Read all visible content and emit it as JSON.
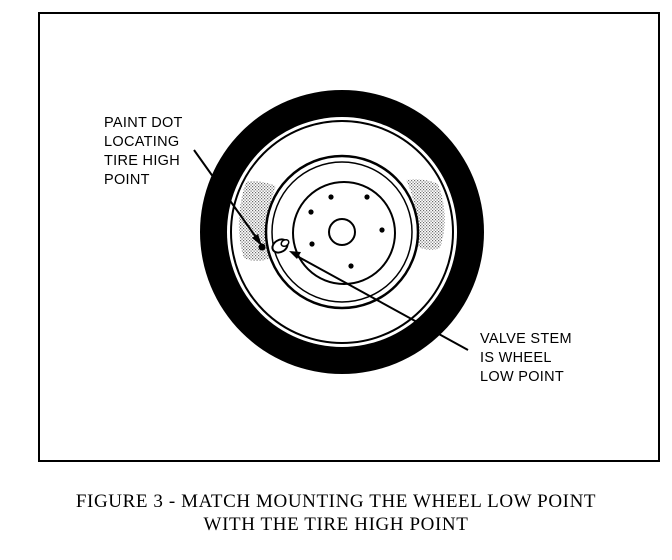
{
  "labels": {
    "paint_dot": [
      "PAINT DOT",
      "LOCATING",
      "TIRE HIGH",
      "POINT"
    ],
    "valve_stem": [
      "VALVE STEM",
      "IS WHEEL",
      "LOW POINT"
    ]
  },
  "caption": {
    "line1": "FIGURE 3 - MATCH MOUNTING THE WHEEL LOW POINT",
    "line2": "WITH THE TIRE HIGH POINT"
  },
  "colors": {
    "ink": "#000000",
    "paper": "#ffffff",
    "stipple": "#9a9a9a"
  }
}
